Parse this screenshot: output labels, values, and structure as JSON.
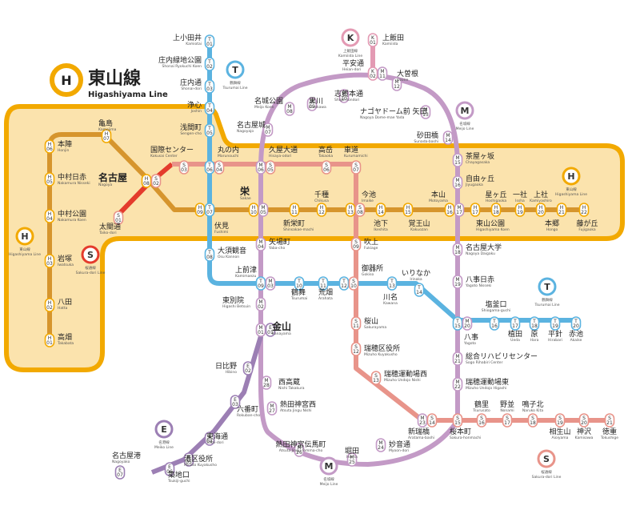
{
  "header": {
    "badge_letter": "H",
    "title": "東山線",
    "subtitle": "Higashiyama Line"
  },
  "colors": {
    "higashiyama": "#f2a900",
    "higashiyama_band": "#fbe3ad",
    "meijo": "#c39ac6",
    "tsurumai": "#5bb3e0",
    "sakuradori": "#e43b2c",
    "sakuradori_light": "#e8948a",
    "kamiiida": "#e39ab3",
    "meiko": "#9c7fb4",
    "higashiyama_dark": "#d6952d"
  },
  "line_badges": [
    {
      "letter": "H",
      "name": "東山線",
      "en": "Higashiyama Line",
      "color": "#f2a900",
      "key": "h1"
    },
    {
      "letter": "H",
      "name": "東山線",
      "en": "Higashiyama Line",
      "color": "#f2a900",
      "key": "h2"
    },
    {
      "letter": "S",
      "name": "桜通線",
      "en": "Sakura-dori Line",
      "color": "#e43b2c",
      "key": "s1"
    },
    {
      "letter": "S",
      "name": "桜通線",
      "en": "Sakura-dori Line",
      "color": "#e8948a",
      "key": "s2"
    },
    {
      "letter": "T",
      "name": "鶴舞線",
      "en": "Tsurumai Line",
      "color": "#5bb3e0",
      "key": "t1"
    },
    {
      "letter": "T",
      "name": "鶴舞線",
      "en": "Tsurumai Line",
      "color": "#5bb3e0",
      "key": "t2"
    },
    {
      "letter": "K",
      "name": "上飯田線",
      "en": "Kamiiida Line",
      "color": "#e39ab3",
      "key": "k1"
    },
    {
      "letter": "M",
      "name": "名城線",
      "en": "Meijo Line",
      "color": "#c39ac6",
      "key": "m1"
    },
    {
      "letter": "M",
      "name": "名城線",
      "en": "Meijo Line",
      "color": "#c39ac6",
      "key": "m2"
    },
    {
      "letter": "E",
      "name": "名港線",
      "en": "Meiko Line",
      "color": "#9c7fb4",
      "key": "e1"
    }
  ],
  "stations": [
    {
      "id": "takabata",
      "jp": "高畑",
      "en": "Takabata",
      "codes": [
        "H 01"
      ]
    },
    {
      "id": "hatta",
      "jp": "八田",
      "en": "Hatta",
      "codes": [
        "H 02"
      ]
    },
    {
      "id": "iwatsuka",
      "jp": "岩塚",
      "en": "Iwatsuka",
      "codes": [
        "H 03"
      ]
    },
    {
      "id": "nakamurakoen",
      "jp": "中村公園",
      "en": "Nakamura Koen",
      "codes": [
        "H 04"
      ]
    },
    {
      "id": "nakamuranisseki",
      "jp": "中村日赤",
      "en": "Nakamura Nisseki",
      "codes": [
        "H 05"
      ]
    },
    {
      "id": "honjin",
      "jp": "本陣",
      "en": "Honjin",
      "codes": [
        "H 06"
      ]
    },
    {
      "id": "kamejima",
      "jp": "亀島",
      "en": "Kamejima",
      "codes": [
        "H 07"
      ]
    },
    {
      "id": "nagoya",
      "jp": "名古屋",
      "en": "Nagoya",
      "codes": [
        "H 08",
        "S 02"
      ]
    },
    {
      "id": "fushimi",
      "jp": "伏見",
      "en": "Fushimi",
      "codes": [
        "H 09",
        "T 07"
      ]
    },
    {
      "id": "sakae",
      "jp": "栄",
      "en": "Sakae",
      "codes": [
        "H 10",
        "M 05"
      ]
    },
    {
      "id": "shinsakaemachi",
      "jp": "新栄町",
      "en": "Shinsakae-machi",
      "codes": [
        "H 11"
      ]
    },
    {
      "id": "chikusa",
      "jp": "千種",
      "en": "Chikusa",
      "codes": [
        "H 12"
      ]
    },
    {
      "id": "imaike",
      "jp": "今池",
      "en": "Imaike",
      "codes": [
        "H 13",
        "S 08"
      ]
    },
    {
      "id": "ikeshita",
      "jp": "池下",
      "en": "Ikeshita",
      "codes": [
        "H 14"
      ]
    },
    {
      "id": "kakuozan",
      "jp": "覚王山",
      "en": "Kakuozan",
      "codes": [
        "H 15"
      ]
    },
    {
      "id": "motoyama",
      "jp": "本山",
      "en": "Motoyama",
      "codes": [
        "H 16",
        "M 17"
      ]
    },
    {
      "id": "higashiyamakoen",
      "jp": "東山公園",
      "en": "Higashiyama Koen",
      "codes": [
        "H 17"
      ]
    },
    {
      "id": "hoshigaoka",
      "jp": "星ヶ丘",
      "en": "Hoshigaoka",
      "codes": [
        "H 18"
      ]
    },
    {
      "id": "issha",
      "jp": "一社",
      "en": "Issha",
      "codes": [
        "H 19"
      ]
    },
    {
      "id": "kamiyashiro",
      "jp": "上社",
      "en": "Kamiyashiro",
      "codes": [
        "H 20"
      ]
    },
    {
      "id": "hongo",
      "jp": "本郷",
      "en": "Hongo",
      "codes": [
        "H 21"
      ]
    },
    {
      "id": "fujigaoka",
      "jp": "藤が丘",
      "en": "Fujigaoka",
      "codes": [
        "H 22"
      ]
    },
    {
      "id": "kamiotai",
      "jp": "上小田井",
      "en": "Kamiotai",
      "codes": [
        "T 01"
      ]
    },
    {
      "id": "shonaiyokoen",
      "jp": "庄内緑地公園",
      "en": "Shonai Ryokuchi Koen",
      "codes": [
        "T 02"
      ]
    },
    {
      "id": "shonaidori",
      "jp": "庄内通",
      "en": "Shonai-dori",
      "codes": [
        "T 03"
      ]
    },
    {
      "id": "joshin",
      "jp": "浄心",
      "en": "Joshin",
      "codes": [
        "T 04"
      ]
    },
    {
      "id": "sengencho",
      "jp": "浅間町",
      "en": "Sengen-cho",
      "codes": [
        "T 05"
      ]
    },
    {
      "id": "marunouchi",
      "jp": "丸の内",
      "en": "Marunouchi",
      "codes": [
        "T 06",
        "S 04"
      ]
    },
    {
      "id": "osukannon",
      "jp": "大須観音",
      "en": "Osu Kannon",
      "codes": [
        "T 08"
      ]
    },
    {
      "id": "kamimaezu",
      "jp": "上前津",
      "en": "Kamimaezu",
      "codes": [
        "T 09",
        "M 03"
      ]
    },
    {
      "id": "tsurumai",
      "jp": "鶴舞",
      "en": "Tsurumai",
      "codes": [
        "T 10"
      ]
    },
    {
      "id": "arahata",
      "jp": "荒畑",
      "en": "Arahata",
      "codes": [
        "T 11"
      ]
    },
    {
      "id": "gokiso",
      "jp": "御器所",
      "en": "Gokiso",
      "codes": [
        "T 12",
        "S 10"
      ]
    },
    {
      "id": "kawana",
      "jp": "川名",
      "en": "Kawana",
      "codes": [
        "T 13"
      ]
    },
    {
      "id": "irinaka",
      "jp": "いりなか",
      "en": "Irinaka",
      "codes": [
        "T 14"
      ]
    },
    {
      "id": "yagoto",
      "jp": "八事",
      "en": "Yagoto",
      "codes": [
        "T 15",
        "M 20"
      ]
    },
    {
      "id": "shiogamaguchi",
      "jp": "塩釜口",
      "en": "Shiogama-guchi",
      "codes": [
        "T 16"
      ]
    },
    {
      "id": "ueda",
      "jp": "植田",
      "en": "Ueda",
      "codes": [
        "T 17"
      ]
    },
    {
      "id": "hara",
      "jp": "原",
      "en": "Hara",
      "codes": [
        "T 18"
      ]
    },
    {
      "id": "hirabari",
      "jp": "平針",
      "en": "Hirabari",
      "codes": [
        "T 19"
      ]
    },
    {
      "id": "akaike",
      "jp": "赤池",
      "en": "Akaike",
      "codes": [
        "T 20"
      ]
    },
    {
      "id": "kamiiida",
      "jp": "上飯田",
      "en": "Kamiiida",
      "codes": [
        "K 01"
      ]
    },
    {
      "id": "heiandori",
      "jp": "平安通",
      "en": "Heian-dori",
      "codes": [
        "K 02",
        "M 11"
      ]
    },
    {
      "id": "ozone",
      "jp": "大曽根",
      "en": "Ozone",
      "codes": [
        "M 12"
      ]
    },
    {
      "id": "shigahondori",
      "jp": "志賀本通",
      "en": "Shiga-hondori",
      "codes": [
        "M 10"
      ]
    },
    {
      "id": "nagoyadome",
      "jp": "ナゴヤドーム前 矢田",
      "en": "Nagoya Dome-mae Yada",
      "codes": [
        "M 13"
      ]
    },
    {
      "id": "kurokawa",
      "jp": "黒川",
      "en": "Kurokawa",
      "codes": [
        "M 09"
      ]
    },
    {
      "id": "meijokoen",
      "jp": "名城公園",
      "en": "Meijo Koen",
      "codes": [
        "M 08"
      ]
    },
    {
      "id": "sunadabashi",
      "jp": "砂田橋",
      "en": "Sunada-bashi",
      "codes": [
        "M 14"
      ]
    },
    {
      "id": "nagoyajo",
      "jp": "名古屋城",
      "en": "Nagoyajo",
      "codes": [
        "M 07"
      ]
    },
    {
      "id": "chayagasaka",
      "jp": "茶屋ヶ坂",
      "en": "Chayagasaka",
      "codes": [
        "M 15"
      ]
    },
    {
      "id": "hisayaodori",
      "jp": "久屋大通",
      "en": "Hisaya-odori",
      "codes": [
        "M 06",
        "S 05"
      ]
    },
    {
      "id": "takaoka",
      "jp": "高岳",
      "en": "Takaoka",
      "codes": [
        "S 06"
      ]
    },
    {
      "id": "kurumamichi",
      "jp": "車道",
      "en": "Kurumamichi",
      "codes": [
        "S 07"
      ]
    },
    {
      "id": "jiyugaoka",
      "jp": "自由ヶ丘",
      "en": "Jiyugaoka",
      "codes": [
        "M 16"
      ]
    },
    {
      "id": "kokusaicenter",
      "jp": "国際センター",
      "en": "Kokusai Center",
      "codes": [
        "S 03"
      ]
    },
    {
      "id": "taikodori",
      "jp": "太閤通",
      "en": "Taiko-dori",
      "codes": [
        "S 01"
      ]
    },
    {
      "id": "yabacho",
      "jp": "矢場町",
      "en": "Yaba-cho",
      "codes": [
        "M 04"
      ]
    },
    {
      "id": "fukiage",
      "jp": "吹上",
      "en": "Fukiage",
      "codes": [
        "S 09"
      ]
    },
    {
      "id": "nagoyadaigaku",
      "jp": "名古屋大学",
      "en": "Nagoya Daigaku",
      "codes": [
        "M 18"
      ]
    },
    {
      "id": "yagotonisseki",
      "jp": "八事日赤",
      "en": "Yagoto Nisseki",
      "codes": [
        "M 19"
      ]
    },
    {
      "id": "higashibetsuin",
      "jp": "東別院",
      "en": "Higashi Betsuin",
      "codes": [
        "M 02"
      ]
    },
    {
      "id": "kanayama",
      "jp": "金山",
      "en": "Kanayama",
      "codes": [
        "M 01",
        "E 01"
      ]
    },
    {
      "id": "sakurayama",
      "jp": "桜山",
      "en": "Sakurayama",
      "codes": [
        "S 11"
      ]
    },
    {
      "id": "mizuhokuyakusho",
      "jp": "瑞穂区役所",
      "en": "Mizuho Kuyakusho",
      "codes": [
        "S 12"
      ]
    },
    {
      "id": "mizuhoundojonishi",
      "jp": "瑞穂運動場西",
      "en": "Mizuho Undojo Nishi",
      "codes": [
        "S 13"
      ]
    },
    {
      "id": "sogorihabiri",
      "jp": "総合リハビリセンター",
      "en": "Sogo Rihabiri Center",
      "codes": [
        "M 21"
      ]
    },
    {
      "id": "mizuhoundojohigashi",
      "jp": "瑞穂運動場東",
      "en": "Mizuho Undojo Higashi",
      "codes": [
        "M 22"
      ]
    },
    {
      "id": "arataibashi",
      "jp": "新瑞橋",
      "en": "Aratama-bashi",
      "codes": [
        "M 23",
        "S 14"
      ]
    },
    {
      "id": "sakuramotomachi",
      "jp": "桜本町",
      "en": "Sakura-honmachi",
      "codes": [
        "S 15"
      ]
    },
    {
      "id": "tsurusato",
      "jp": "鶴里",
      "en": "Tsurusato",
      "codes": [
        "S 16"
      ]
    },
    {
      "id": "nonami",
      "jp": "野並",
      "en": "Nonami",
      "codes": [
        "S 17"
      ]
    },
    {
      "id": "narukokita",
      "jp": "鳴子北",
      "en": "Naruko Kita",
      "codes": [
        "S 18"
      ]
    },
    {
      "id": "aioiyama",
      "jp": "相生山",
      "en": "Aioiyama",
      "codes": [
        "S 19"
      ]
    },
    {
      "id": "kamisawa",
      "jp": "神沢",
      "en": "Kamisawa",
      "codes": [
        "S 20"
      ]
    },
    {
      "id": "tokushige",
      "jp": "徳重",
      "en": "Tokushige",
      "codes": [
        "S 21"
      ]
    },
    {
      "id": "myoonndori",
      "jp": "妙音通",
      "en": "Myoon-dori",
      "codes": [
        "M 24"
      ]
    },
    {
      "id": "horita",
      "jp": "堀田",
      "en": "Horita",
      "codes": [
        "M 25"
      ]
    },
    {
      "id": "jingutenmacho",
      "jp": "熱田神宮伝馬町",
      "en": "Atsuta Jingu Temma-cho",
      "codes": [
        "M 26"
      ]
    },
    {
      "id": "jingunishi",
      "jp": "熱田神宮西",
      "en": "Atsuta Jingu Nishi",
      "codes": [
        "M 27"
      ]
    },
    {
      "id": "nishitakakura",
      "jp": "西高蔵",
      "en": "Nishi Takakura",
      "codes": [
        "M 28"
      ]
    },
    {
      "id": "hibino",
      "jp": "日比野",
      "en": "Hibino",
      "codes": [
        "E 02"
      ]
    },
    {
      "id": "rokubancho",
      "jp": "六番町",
      "en": "Rokuban-cho",
      "codes": [
        "E 03"
      ]
    },
    {
      "id": "tokaidori",
      "jp": "東海通",
      "en": "Tokai-dori",
      "codes": [
        "E 04"
      ]
    },
    {
      "id": "minatokuyakusho",
      "jp": "港区役所",
      "en": "Minato Kuyakusho",
      "codes": [
        "E 05"
      ]
    },
    {
      "id": "tsukijiguchi",
      "jp": "築地口",
      "en": "Tsukiji-guchi",
      "codes": [
        "E 06"
      ]
    },
    {
      "id": "nagoyako",
      "jp": "名古屋港",
      "en": "Nagoyako",
      "codes": [
        "E 07"
      ]
    }
  ]
}
